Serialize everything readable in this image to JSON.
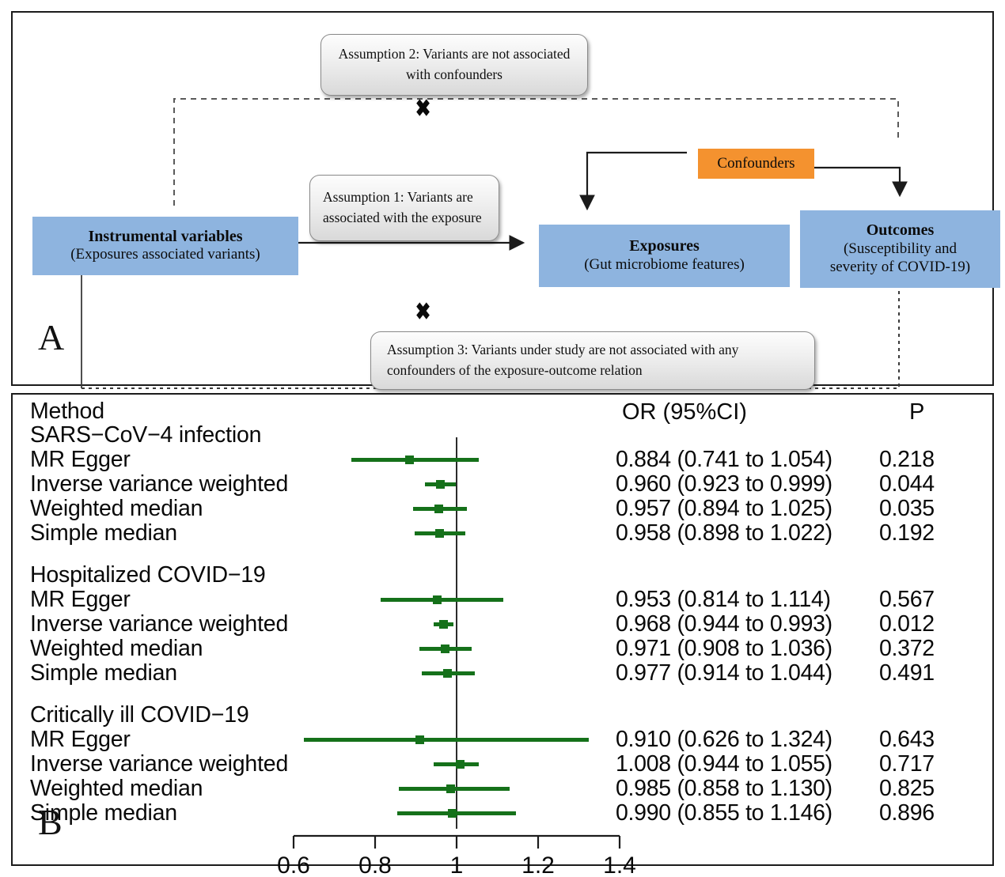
{
  "panelA": {
    "letter": "A",
    "nodes": [
      {
        "id": "iv",
        "title": "Instrumental variables",
        "subtitle": "(Exposures associated variants)",
        "color": "#8eb4df"
      },
      {
        "id": "exp",
        "title": "Exposures",
        "subtitle": "(Gut microbiome features)",
        "color": "#8eb4df"
      },
      {
        "id": "out",
        "title": "Outcomes",
        "subtitle": "(Susceptibility and",
        "subtitle2": "severity of COVID-19)",
        "color": "#8eb4df"
      },
      {
        "id": "conf",
        "title": "Confounders",
        "color": "#f4922f"
      }
    ],
    "assumptions": [
      {
        "id": "a2",
        "text": "Assumption 2: Variants are not associated with confounders"
      },
      {
        "id": "a1",
        "text": "Assumption 1: Variants are associated with the exposure"
      },
      {
        "id": "a3",
        "text": "Assumption 3: Variants under study are not associated with any confounders of the exposure-outcome relation"
      }
    ],
    "violation_marker": "✖"
  },
  "panelB": {
    "letter": "B",
    "headers": {
      "method": "Method",
      "or": "OR (95%CI)",
      "p": "P"
    },
    "groups": [
      {
        "label": "SARS−CoV−4 infection",
        "rows": [
          {
            "method": "MR Egger",
            "or": 0.884,
            "lo": 0.741,
            "hi": 1.054,
            "or_text": "0.884 (0.741 to 1.054)",
            "p": "0.218"
          },
          {
            "method": "Inverse variance weighted",
            "or": 0.96,
            "lo": 0.923,
            "hi": 0.999,
            "or_text": "0.960 (0.923 to 0.999)",
            "p": "0.044"
          },
          {
            "method": "Weighted median",
            "or": 0.957,
            "lo": 0.894,
            "hi": 1.025,
            "or_text": "0.957 (0.894 to 1.025)",
            "p": "0.035"
          },
          {
            "method": "Simple median",
            "or": 0.958,
            "lo": 0.898,
            "hi": 1.022,
            "or_text": "0.958 (0.898 to 1.022)",
            "p": "0.192"
          }
        ]
      },
      {
        "label": "Hospitalized COVID−19",
        "rows": [
          {
            "method": "MR Egger",
            "or": 0.953,
            "lo": 0.814,
            "hi": 1.114,
            "or_text": "0.953 (0.814 to 1.114)",
            "p": "0.567"
          },
          {
            "method": "Inverse variance weighted",
            "or": 0.968,
            "lo": 0.944,
            "hi": 0.993,
            "or_text": "0.968 (0.944 to 0.993)",
            "p": "0.012"
          },
          {
            "method": "Weighted median",
            "or": 0.971,
            "lo": 0.908,
            "hi": 1.036,
            "or_text": "0.971 (0.908 to 1.036)",
            "p": "0.372"
          },
          {
            "method": "Simple median",
            "or": 0.977,
            "lo": 0.914,
            "hi": 1.044,
            "or_text": "0.977 (0.914 to 1.044)",
            "p": "0.491"
          }
        ]
      },
      {
        "label": "Critically ill COVID−19",
        "rows": [
          {
            "method": "MR Egger",
            "or": 0.91,
            "lo": 0.626,
            "hi": 1.324,
            "or_text": "0.910 (0.626 to 1.324)",
            "p": "0.643"
          },
          {
            "method": "Inverse variance weighted",
            "or": 1.008,
            "lo": 0.944,
            "hi": 1.055,
            "or_text": "1.008 (0.944 to 1.055)",
            "p": "0.717"
          },
          {
            "method": "Weighted median",
            "or": 0.985,
            "lo": 0.858,
            "hi": 1.13,
            "or_text": "0.985 (0.858 to 1.130)",
            "p": "0.825"
          },
          {
            "method": "Simple median",
            "or": 0.99,
            "lo": 0.855,
            "hi": 1.146,
            "or_text": "0.990 (0.855 to 1.146)",
            "p": "0.896"
          }
        ]
      }
    ],
    "axis": {
      "ticks": [
        0.6,
        0.8,
        1.0,
        1.2,
        1.4
      ],
      "tick_labels": [
        "0.6",
        "0.8",
        "1",
        "1.2",
        "1.4"
      ],
      "min": 0.6,
      "max": 1.4,
      "null_value": 1.0
    },
    "series_color": "#15711a"
  },
  "chart_data": {
    "type": "scatter",
    "title": "",
    "xlabel": "",
    "ylabel": "",
    "xlim": [
      0.6,
      1.4
    ],
    "grid": false,
    "legend": "none",
    "reference_line": 1.0,
    "effect_measure": "OR (95%CI)",
    "categories": [
      "SARS−CoV−4 infection: MR Egger",
      "SARS−CoV−4 infection: Inverse variance weighted",
      "SARS−CoV−4 infection: Weighted median",
      "SARS−CoV−4 infection: Simple median",
      "Hospitalized COVID−19: MR Egger",
      "Hospitalized COVID−19: Inverse variance weighted",
      "Hospitalized COVID−19: Weighted median",
      "Hospitalized COVID−19: Simple median",
      "Critically ill COVID−19: MR Egger",
      "Critically ill COVID−19: Inverse variance weighted",
      "Critically ill COVID−19: Weighted median",
      "Critically ill COVID−19: Simple median"
    ],
    "values": [
      0.884,
      0.96,
      0.957,
      0.958,
      0.953,
      0.968,
      0.971,
      0.977,
      0.91,
      1.008,
      0.985,
      0.99
    ],
    "ci_low": [
      0.741,
      0.923,
      0.894,
      0.898,
      0.814,
      0.944,
      0.908,
      0.914,
      0.626,
      0.944,
      0.858,
      0.855
    ],
    "ci_high": [
      1.054,
      0.999,
      1.025,
      1.022,
      1.114,
      0.993,
      1.036,
      1.044,
      1.324,
      1.055,
      1.13,
      1.146
    ],
    "p_values": [
      0.218,
      0.044,
      0.035,
      0.192,
      0.567,
      0.012,
      0.372,
      0.491,
      0.643,
      0.717,
      0.825,
      0.896
    ],
    "xticks": [
      0.6,
      0.8,
      1.0,
      1.2,
      1.4
    ],
    "xticklabels": [
      "0.6",
      "0.8",
      "1",
      "1.2",
      "1.4"
    ]
  }
}
